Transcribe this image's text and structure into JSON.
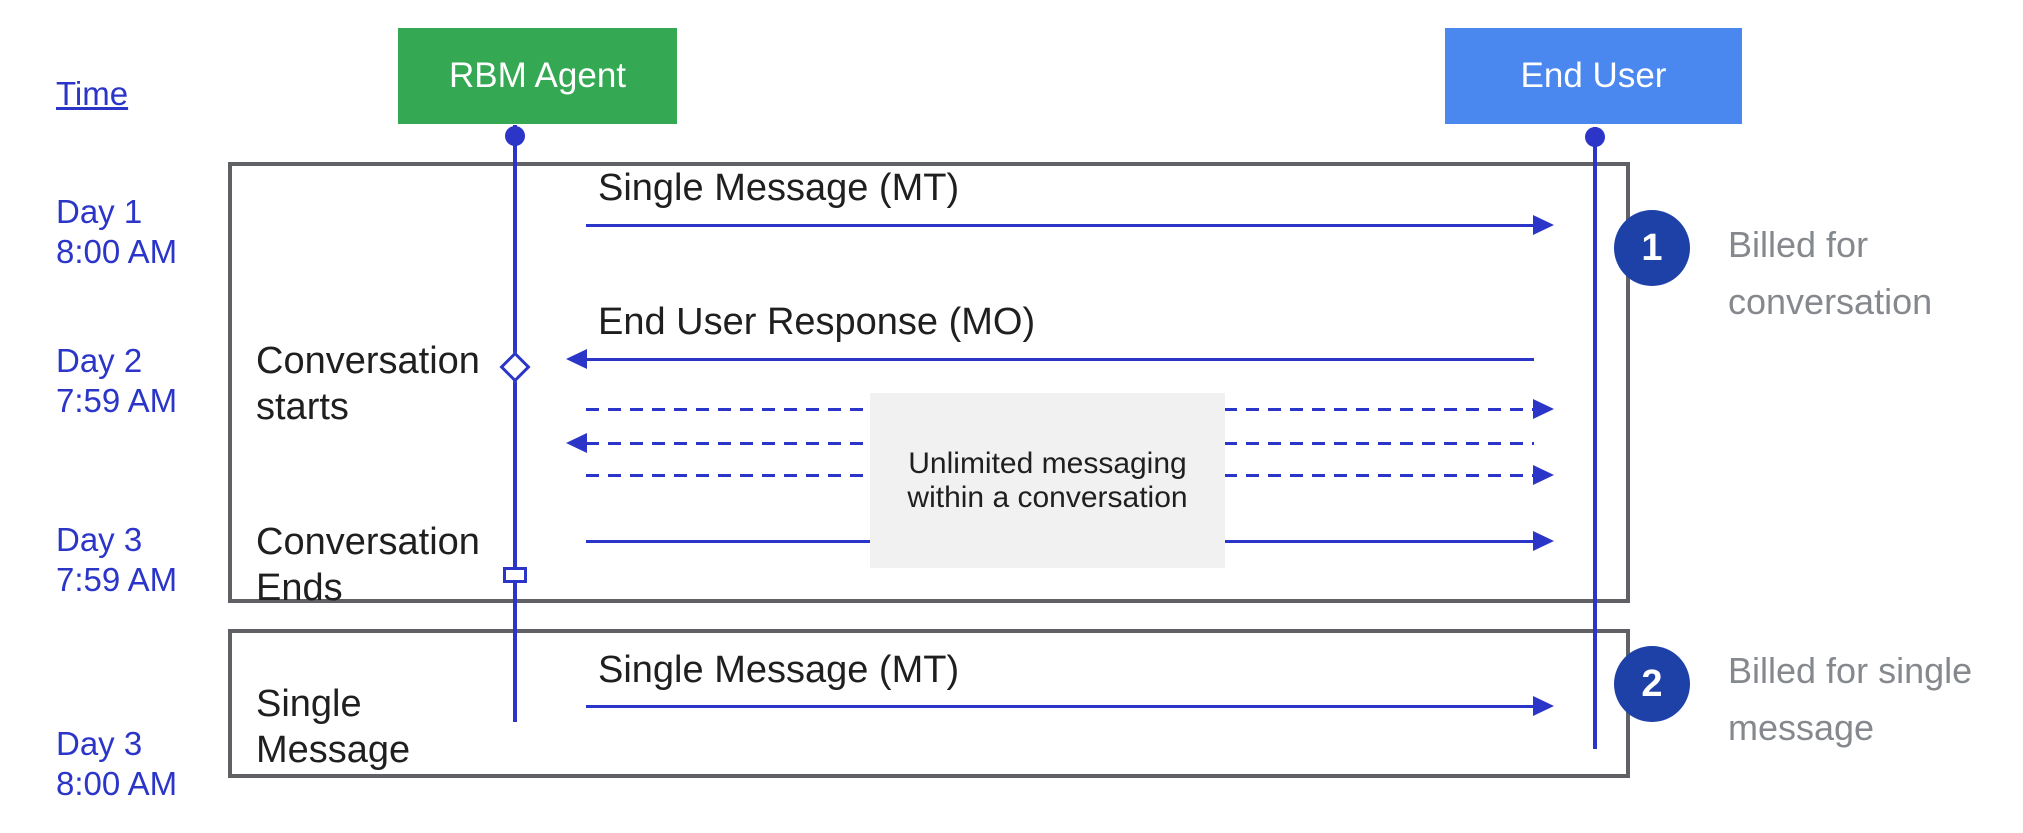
{
  "colors": {
    "agent_green": "#34a853",
    "user_blue": "#4a87ee",
    "line_blue": "#2b35c8",
    "badge_navy": "#1e41a8",
    "box_border_gray": "#606164",
    "note_bg_gray": "#f1f1f1",
    "annotation_gray": "#85898e",
    "text_black": "#1f1f1f"
  },
  "time_axis": {
    "label": "Time",
    "entries": [
      {
        "day": "Day 1",
        "time": "8:00 AM"
      },
      {
        "day": "Day 2",
        "time": "7:59 AM"
      },
      {
        "day": "Day 3",
        "time": "7:59 AM"
      },
      {
        "day": "Day 3",
        "time": "8:00 AM"
      }
    ]
  },
  "actors": [
    {
      "label": "RBM Agent"
    },
    {
      "label": "End User"
    }
  ],
  "conversation_section": {
    "milestones": [
      {
        "line1": "Conversation",
        "line2": "starts"
      },
      {
        "line1": "Conversation",
        "line2": "Ends"
      }
    ],
    "messages": [
      {
        "label": "Single Message (MT)",
        "style": "solid",
        "direction": "right"
      },
      {
        "label": "End User Response (MO)",
        "style": "solid",
        "direction": "left"
      },
      {
        "label": "",
        "style": "dashed",
        "direction": "right"
      },
      {
        "label": "",
        "style": "dashed",
        "direction": "left"
      },
      {
        "label": "",
        "style": "dashed",
        "direction": "right"
      },
      {
        "label": "",
        "style": "solid",
        "direction": "right"
      }
    ],
    "note": {
      "line1": "Unlimited messaging",
      "line2": "within a conversation"
    },
    "badge": {
      "number": "1",
      "caption_line1": "Billed for",
      "caption_line2": "conversation"
    }
  },
  "single_message_section": {
    "milestone": {
      "line1": "Single",
      "line2": "Message"
    },
    "message": {
      "label": "Single Message (MT)",
      "style": "solid",
      "direction": "right"
    },
    "badge": {
      "number": "2",
      "caption_line1": "Billed for single",
      "caption_line2": "message"
    }
  }
}
